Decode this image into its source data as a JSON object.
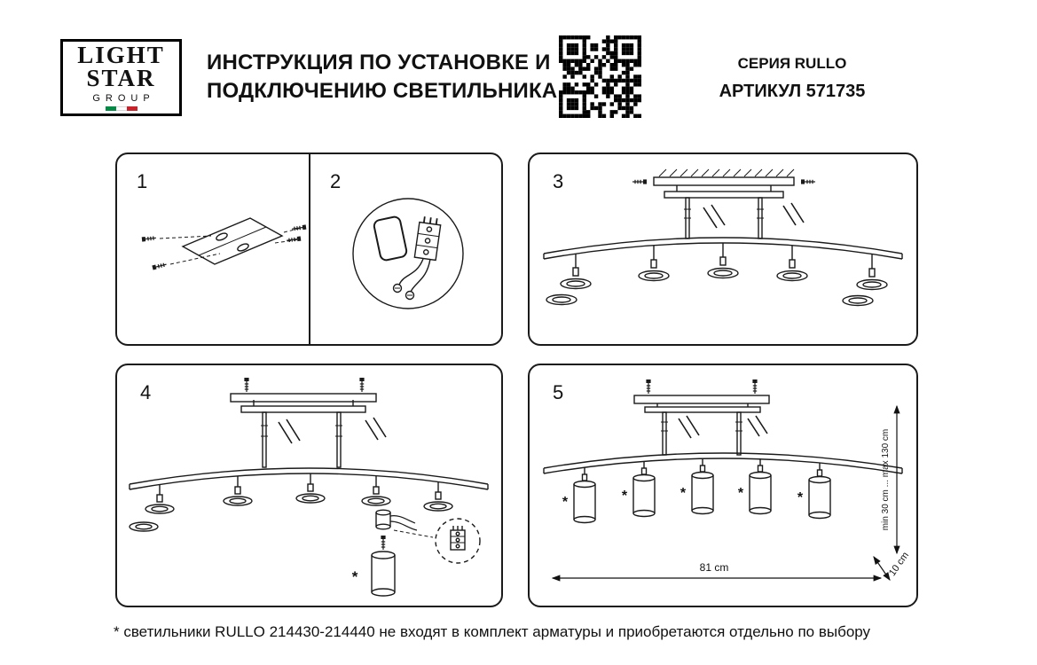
{
  "header": {
    "logo": {
      "word1": "LIGHT",
      "word2": "STAR",
      "word3": "GROUP",
      "flag_colors": [
        "#008C45",
        "#FFFFFF",
        "#CD212A"
      ]
    },
    "title_line1": "ИНСТРУКЦИЯ ПО УСТАНОВКЕ И",
    "title_line2": "ПОДКЛЮЧЕНИЮ СВЕТИЛЬНИКА",
    "series": "СЕРИЯ RULLO",
    "article": "АРТИКУЛ 571735",
    "icons": {
      "qr": "qr-code"
    }
  },
  "steps": [
    {
      "number": "1"
    },
    {
      "number": "2"
    },
    {
      "number": "3"
    },
    {
      "number": "4"
    },
    {
      "number": "5"
    }
  ],
  "dimensions": {
    "width": "81 cm",
    "height_range": "min 30 cm ... max 130 cm",
    "ring_height": "10 cm"
  },
  "marks": {
    "asterisk": "*"
  },
  "footnote": "* светильники RULLO 214430-214440 не входят в комплект арматуры и приобретаются отдельно по выбору"
}
